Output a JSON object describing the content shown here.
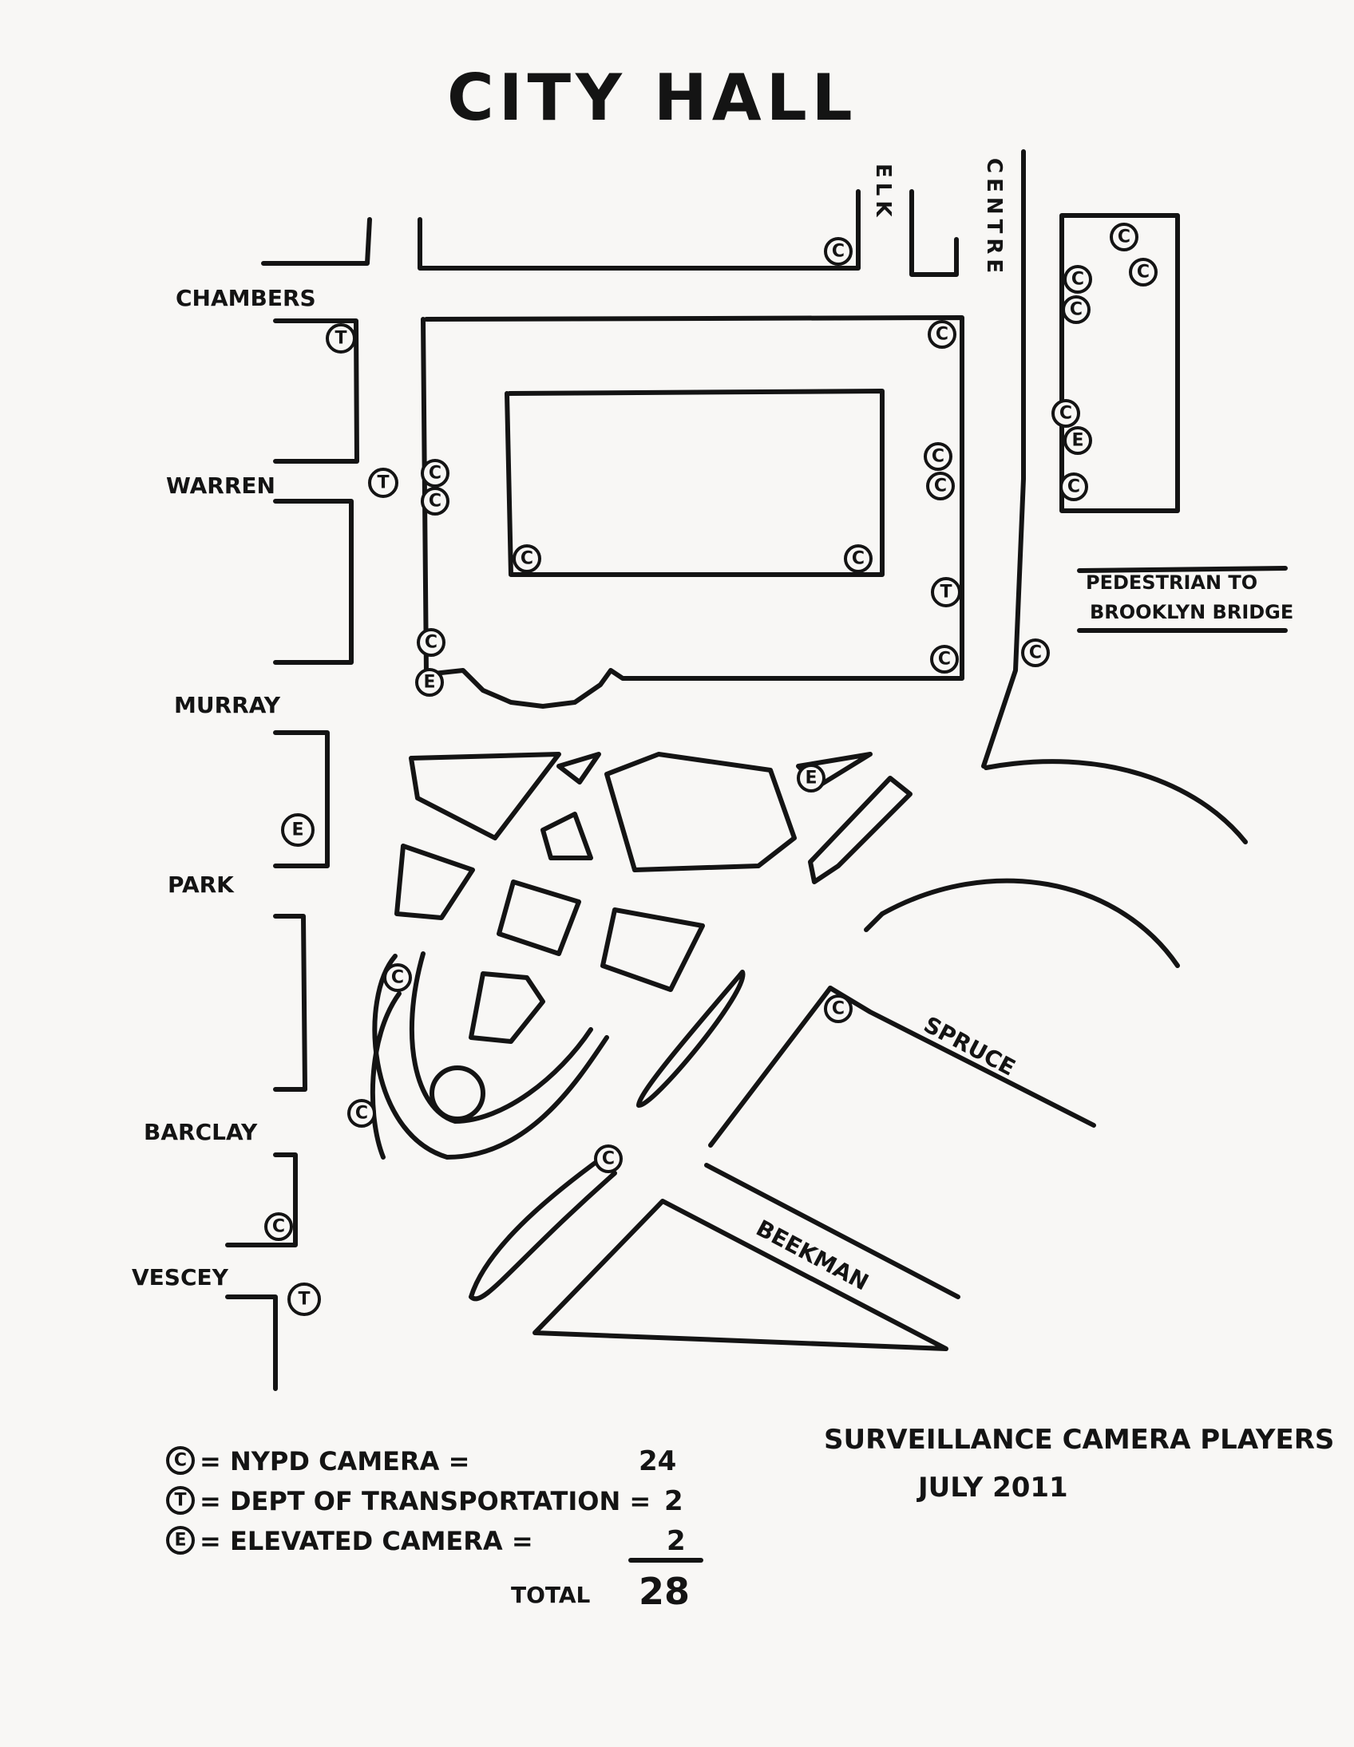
{
  "title": "CITY HALL",
  "streets": {
    "chambers": "CHAMBERS",
    "warren": "WARREN",
    "murray": "MURRAY",
    "park": "PARK",
    "barclay": "BARCLAY",
    "vescey": "VESCEY",
    "elk": "ELK",
    "centre": "CENTRE",
    "spruce": "SPRUCE",
    "beekman": "BEEKMAN"
  },
  "pedestrian_note": {
    "line1": "PEDESTRIAN TO",
    "line2": "BROOKLYN BRIDGE"
  },
  "markers": {
    "nypd": "C",
    "dot": "T",
    "elevated": "E"
  },
  "legend": {
    "rows": [
      {
        "symbol": "C",
        "label": "= NYPD CAMERA =",
        "count": "24"
      },
      {
        "symbol": "T",
        "label": "= DEPT OF TRANSPORTATION =",
        "count": "2"
      },
      {
        "symbol": "E",
        "label": "= ELEVATED CAMERA =",
        "count": "2"
      }
    ],
    "total_label": "TOTAL",
    "total_count": "28"
  },
  "credit": {
    "line1": "SURVEILLANCE CAMERA PLAYERS",
    "line2": "JULY 2011"
  }
}
